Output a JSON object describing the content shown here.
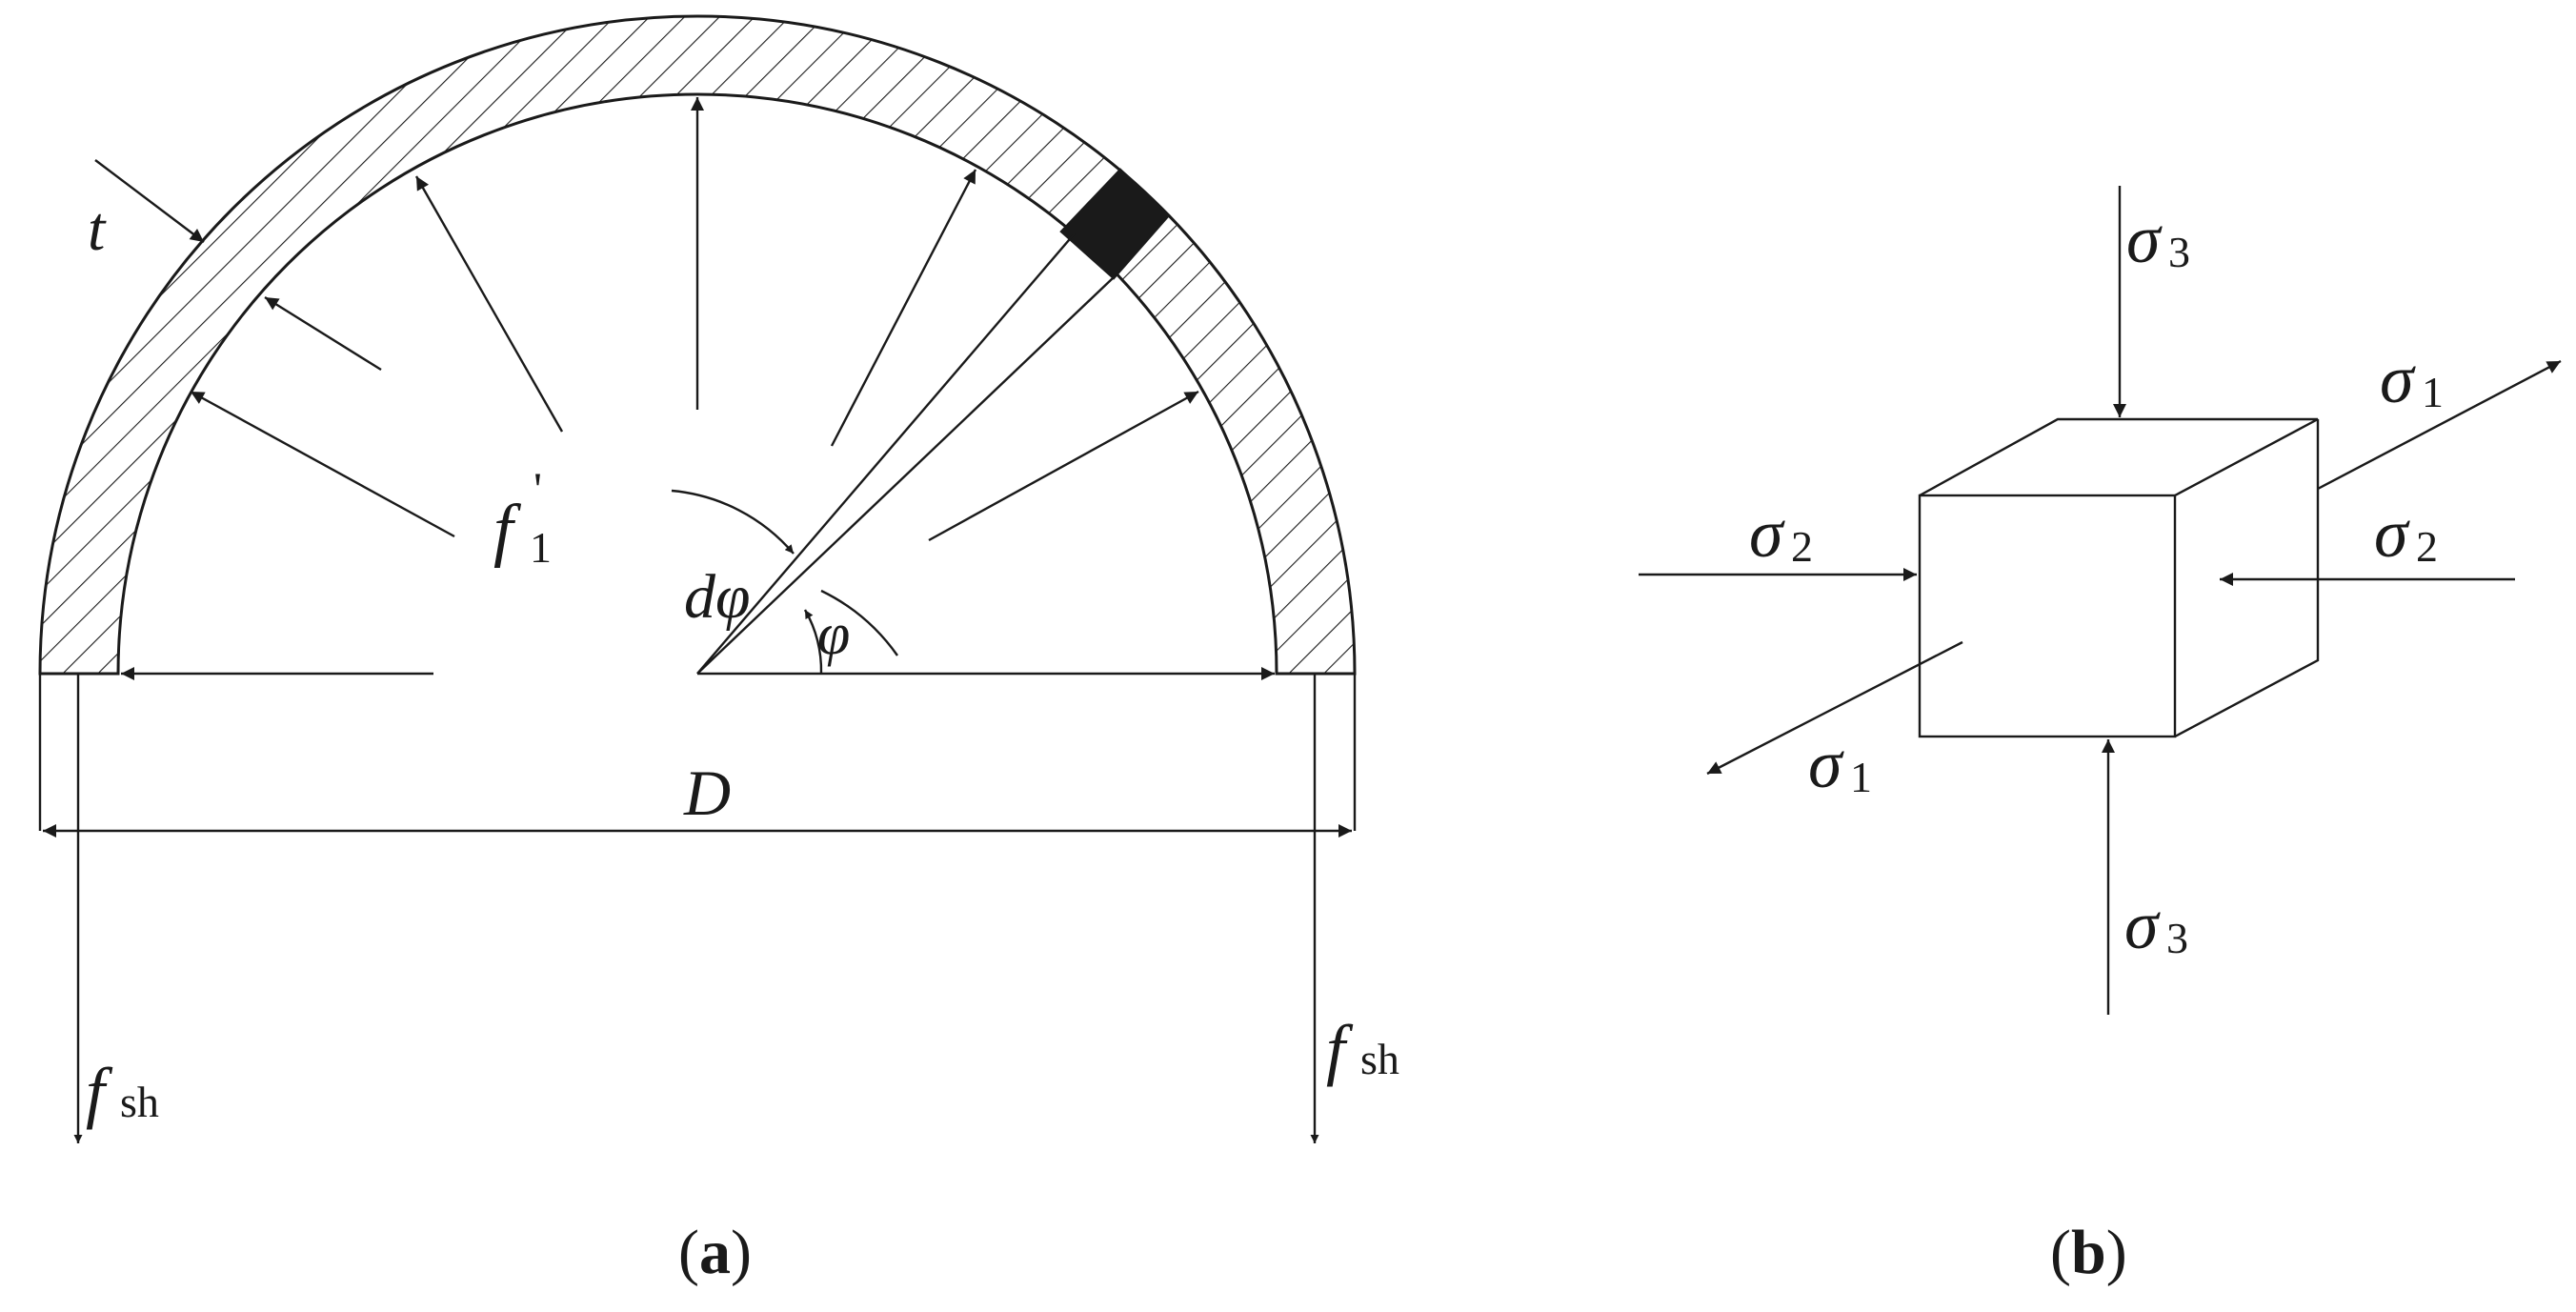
{
  "panel_a": {
    "caption_open": "(",
    "caption_letter": "a",
    "caption_close": ")",
    "label_t": "t",
    "label_f": "f",
    "label_f_sub": "1",
    "label_f_prime": "'",
    "label_dphi": "dφ",
    "label_phi": "φ",
    "label_D": "D",
    "label_fsh_left": "f",
    "label_fsh_left_sub": "sh",
    "label_fsh_right": "f",
    "label_fsh_right_sub": "sh"
  },
  "panel_b": {
    "caption_open": "(",
    "caption_letter": "b",
    "caption_close": ")",
    "label_sigma3_top": "σ",
    "label_sigma3_top_sub": "3",
    "label_sigma1_right": "σ",
    "label_sigma1_right_sub": "1",
    "label_sigma2_left": "σ",
    "label_sigma2_left_sub": "2",
    "label_sigma2_right": "σ",
    "label_sigma2_right_sub": "2",
    "label_sigma1_left": "σ",
    "label_sigma1_left_sub": "1",
    "label_sigma3_bottom": "σ",
    "label_sigma3_bottom_sub": "3"
  },
  "colors": {
    "ink": "#1a1a1a",
    "background": "#ffffff"
  }
}
